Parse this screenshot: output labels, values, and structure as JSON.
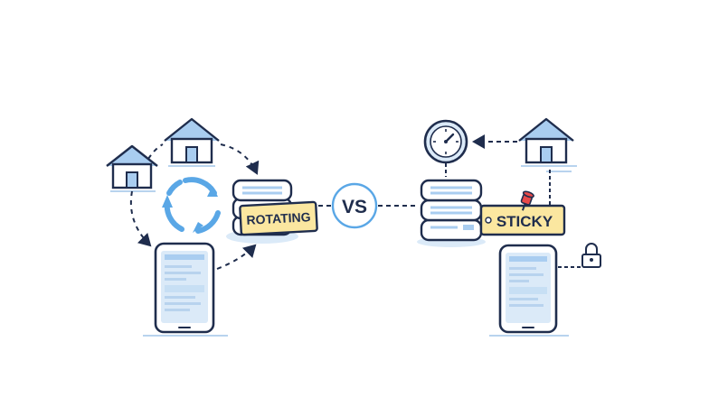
{
  "left_label": "ROTATING",
  "center_label": "VS",
  "right_label": "STICKY",
  "colors": {
    "outline": "#1f2d4d",
    "blue_fill": "#a9cdf0",
    "light_blue": "#dbeaf8",
    "tag_yellow": "#fbe7a0",
    "arrow_blue": "#5aa7e6",
    "pin_red": "#e84a4a"
  },
  "icons": [
    "house-icon",
    "server-stack-icon",
    "phone-icon",
    "refresh-cycle-icon",
    "clock-icon",
    "lock-icon",
    "pushpin-icon"
  ]
}
